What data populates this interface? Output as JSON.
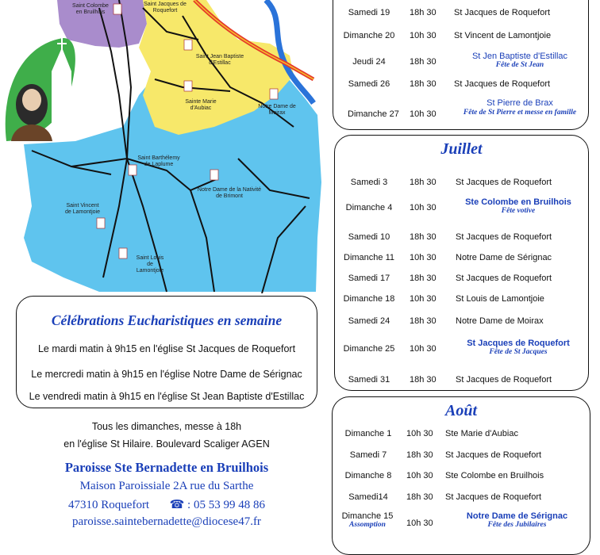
{
  "map": {
    "towns": [
      {
        "label": "Saint Colombe en Bruilhois"
      },
      {
        "label": "Saint Jacques de Roquefort"
      },
      {
        "label": "Saint Jean Baptiste d'Estillac"
      },
      {
        "label": "Sainte Marie d'Aubiac"
      },
      {
        "label": "Notre Dame de Moirax"
      },
      {
        "label": "Saint Barthélemy de Laplume"
      },
      {
        "label": "Notre Dame de la Nativité de Brimont"
      },
      {
        "label": "Saint Vincent de Lamontjoie"
      },
      {
        "label": "Saint Louis de Lamontjoie"
      }
    ]
  },
  "june_rows": [
    {
      "day": "Samedi 19",
      "time": "18h 30",
      "place": "St Jacques de Roquefort",
      "note": ""
    },
    {
      "day": "Dimanche 20",
      "time": "10h 30",
      "place": "St Vincent de Lamontjoie",
      "note": ""
    },
    {
      "day": "Jeudi 24",
      "time": "18h 30",
      "place": "St Jen Baptiste d'Estillac",
      "note": "Fête de St Jean"
    },
    {
      "day": "Samedi 26",
      "time": "18h 30",
      "place": "St Jacques de Roquefort",
      "note": ""
    },
    {
      "day": "Dimanche 27",
      "time": "10h 30",
      "place": "St Pierre de Brax",
      "note": "Fête de St Pierre et messe en famille"
    }
  ],
  "july": {
    "title": "Juillet",
    "rows": [
      {
        "day": "Samedi 3",
        "time": "18h 30",
        "place": "St Jacques de Roquefort",
        "note": ""
      },
      {
        "day": "Dimanche 4",
        "time": "10h 30",
        "place": "Ste Colombe en Bruilhois",
        "note": "Fête votive"
      },
      {
        "day": "Samedi 10",
        "time": "18h 30",
        "place": "St Jacques de Roquefort",
        "note": ""
      },
      {
        "day": "Dimanche 11",
        "time": "10h 30",
        "place": "Notre Dame de Sérignac",
        "note": ""
      },
      {
        "day": "Samedi 17",
        "time": "18h 30",
        "place": "St Jacques de Roquefort",
        "note": ""
      },
      {
        "day": "Dimanche 18",
        "time": "10h 30",
        "place": "St Louis de Lamontjoie",
        "note": ""
      },
      {
        "day": "Samedi 24",
        "time": "18h 30",
        "place": "Notre Dame de Moirax",
        "note": ""
      },
      {
        "day": "Dimanche 25",
        "time": "10h 30",
        "place": "St Jacques de Roquefort",
        "note": "Fête de St Jacques"
      },
      {
        "day": "Samedi 31",
        "time": "18h 30",
        "place": "St Jacques de Roquefort",
        "note": ""
      }
    ]
  },
  "august": {
    "title": "Août",
    "rows": [
      {
        "day": "Dimanche 1",
        "time": "10h 30",
        "place": "Ste Marie d'Aubiac",
        "note": "",
        "daynote": ""
      },
      {
        "day": "Samedi 7",
        "time": "18h 30",
        "place": "St Jacques de Roquefort",
        "note": "",
        "daynote": ""
      },
      {
        "day": "Dimanche 8",
        "time": "10h 30",
        "place": "Ste Colombe en Bruilhois",
        "note": "",
        "daynote": ""
      },
      {
        "day": "Samedi14",
        "time": "18h 30",
        "place": "St Jacques de Roquefort",
        "note": "",
        "daynote": ""
      },
      {
        "day": "Dimanche 15",
        "time": "10h 30",
        "place": "Notre Dame de Sérignac",
        "note": "Fête des Jubilaires",
        "daynote": "Assomption"
      }
    ]
  },
  "weekday": {
    "title": "Célébrations Eucharistiques en semaine",
    "lines": [
      "Le mardi matin à 9h15 en l'église St Jacques de Roquefort",
      "Le mercredi matin à 9h15 en l'église Notre Dame de Sérignac",
      "Le vendredi matin à 9h15 en l'église St Jean Baptiste d'Estillac"
    ]
  },
  "sunday_note": {
    "line1": "Tous les dimanches, messe à 18h",
    "line2": "en l'église St Hilaire. Boulevard Scaliger   AGEN"
  },
  "parish": {
    "name": "Paroisse Ste Bernadette en Bruilhois",
    "address": "Maison Paroissiale   2A rue du Sarthe",
    "city": "47310   Roquefort",
    "phone": ": 05 53 99 48 86",
    "email": "paroisse.saintebernadette@diocese47.fr"
  },
  "colors": {
    "accent": "#1a3fb8",
    "purple": "#a98ccc",
    "yellow": "#f7e86a",
    "blue": "#5fc4ee",
    "green": "#3fae4a"
  }
}
